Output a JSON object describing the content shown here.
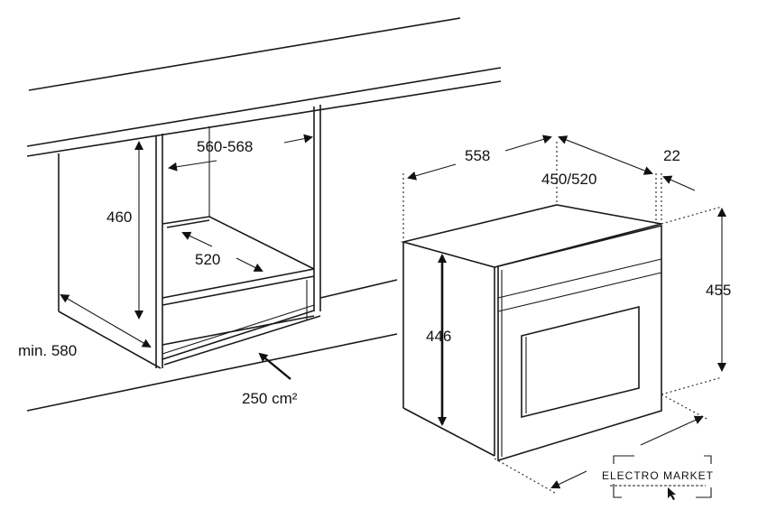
{
  "labels": {
    "niche_width": "560-568",
    "niche_height": "460",
    "niche_depth": "520",
    "min_depth": "min. 580",
    "ventilation": "250 cm²",
    "oven_width": "558",
    "oven_depth": "450/520",
    "front_offset": "22",
    "oven_height_front": "455",
    "oven_height_body": "446"
  },
  "watermark": {
    "brand": "ELECTRO MARKET"
  },
  "colors": {
    "line": "#1a1a1a",
    "background": "#ffffff"
  }
}
